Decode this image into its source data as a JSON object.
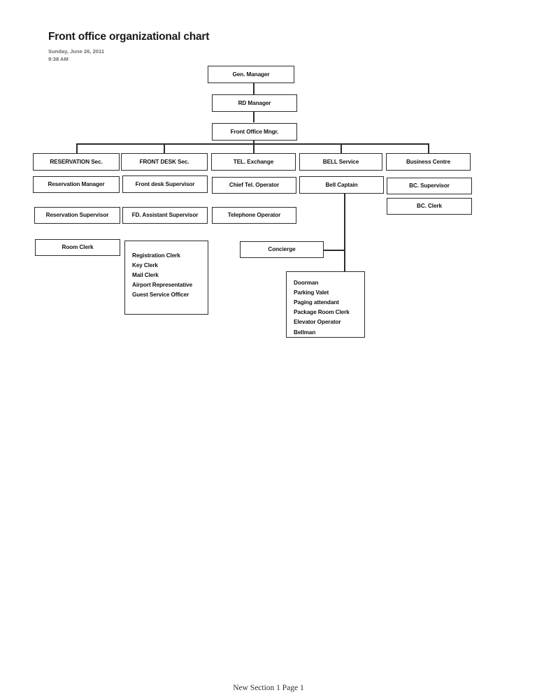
{
  "document": {
    "title": "Front office organizational chart",
    "date": "Sunday, June 26, 2011",
    "time": "9:38 AM",
    "footer": "New Section 1 Page 1"
  },
  "theme": {
    "page_background": "#ffffff",
    "box_border": "#2b2b2b",
    "box_fill": "#ffffff",
    "text": "#111111",
    "meta_text": "#6b6b6b"
  },
  "chart": {
    "type": "org-chart",
    "top_chain": [
      {
        "label": "Gen. Manager"
      },
      {
        "label": "RD Manager"
      },
      {
        "label": "Front Office Mngr."
      }
    ],
    "departments": [
      {
        "label": "RESERVATION Sec.",
        "reports": [
          {
            "label": "Reservation Manager"
          },
          {
            "label": "Reservation Supervisor"
          },
          {
            "label": "Room  Clerk"
          }
        ]
      },
      {
        "label": "FRONT DESK Sec.",
        "reports": [
          {
            "label": "Front desk Supervisor"
          },
          {
            "label": "FD.  Assistant Supervisor"
          }
        ],
        "staff_list": [
          "Registration Clerk",
          "Key Clerk",
          "Mail Clerk",
          "Airport Representative",
          "Guest Service Officer"
        ]
      },
      {
        "label": "TEL. Exchange",
        "reports": [
          {
            "label": "Chief Tel. Operator"
          },
          {
            "label": "Telephone Operator"
          }
        ]
      },
      {
        "label": "BELL Service",
        "reports": [
          {
            "label": "Bell Captain"
          },
          {
            "label": "Concierge"
          }
        ],
        "staff_list": [
          "Doorman",
          "Parking Valet",
          "Paging attendant",
          "Package Room Clerk",
          "Elevator Operator",
          "Bellman"
        ]
      },
      {
        "label": "Business Centre",
        "reports": [
          {
            "label": "BC. Supervisor"
          },
          {
            "label": "BC. Clerk"
          }
        ]
      }
    ]
  }
}
